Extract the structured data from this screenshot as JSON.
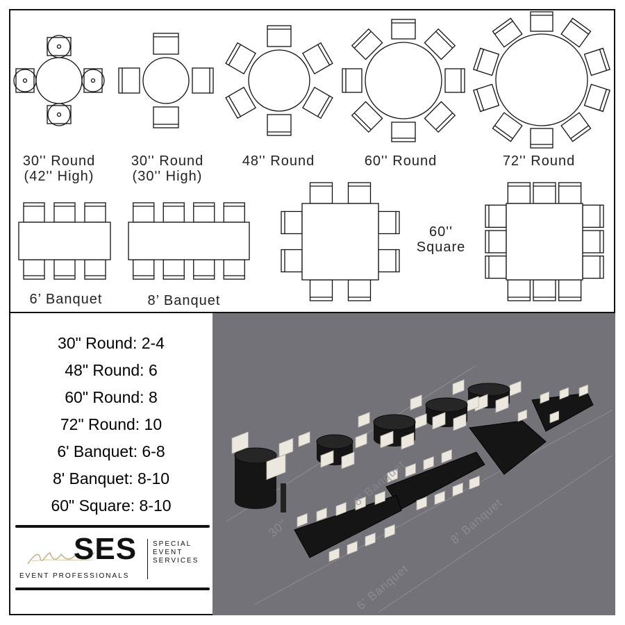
{
  "diagram": {
    "labels": {
      "round30_high": "30'' Round\n(42'' High)",
      "round30_low": "30'' Round\n(30'' High)",
      "round48": "48'' Round",
      "round60": "60'' Round",
      "round72": "72'' Round",
      "banquet6": "6’ Banquet",
      "banquet8": "8’ Banquet",
      "square60": "60''\nSquare"
    }
  },
  "capacities": [
    "30\" Round: 2-4",
    "48\" Round: 6",
    "60\" Round: 8",
    "72\" Round: 10",
    "6' Banquet: 6-8",
    "8' Banquet: 8-10",
    "60\" Square: 8-10"
  ],
  "logo": {
    "brand": "SES",
    "tagline": "EVENT PROFESSIONALS",
    "side_text": [
      "SPECIAL",
      "EVENT",
      "SERVICES"
    ]
  },
  "render": {
    "floor_labels": [
      "30''",
      "6' Banquet",
      "8' Banquet",
      "8' Banquet"
    ]
  },
  "colors": {
    "line": "#111111",
    "render_bg": "#747279",
    "table_top": "#151515",
    "chair": "#ece8e0"
  }
}
